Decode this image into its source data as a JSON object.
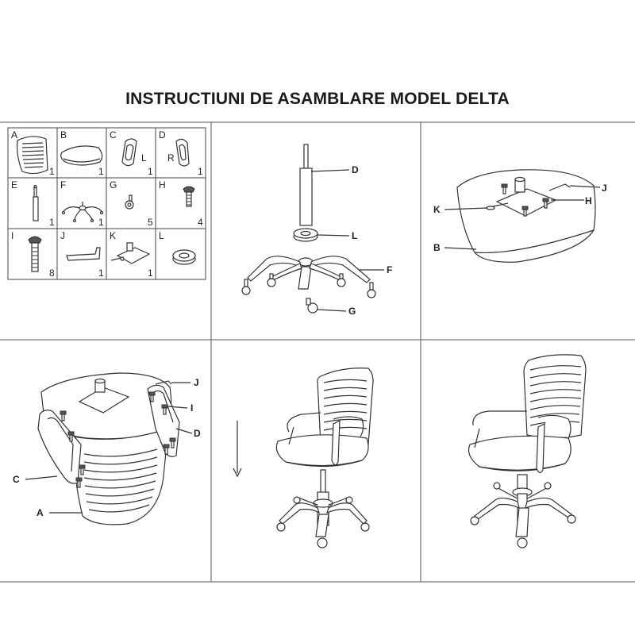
{
  "title": "INSTRUCTIUNI DE ASAMBLARE MODEL DELTA",
  "parts": [
    {
      "letter": "A",
      "qty": "1",
      "icon": "backrest-icon"
    },
    {
      "letter": "B",
      "qty": "1",
      "icon": "seat-icon"
    },
    {
      "letter": "C",
      "qty": "1",
      "icon": "armrest-left-icon",
      "side": "L"
    },
    {
      "letter": "D",
      "qty": "1",
      "icon": "armrest-right-icon",
      "side": "R"
    },
    {
      "letter": "E",
      "qty": "1",
      "icon": "gas-lift-icon"
    },
    {
      "letter": "F",
      "qty": "1",
      "icon": "star-base-icon"
    },
    {
      "letter": "G",
      "qty": "5",
      "icon": "caster-icon"
    },
    {
      "letter": "H",
      "qty": "4",
      "icon": "short-bolt-icon"
    },
    {
      "letter": "I",
      "qty": "8",
      "icon": "long-bolt-icon"
    },
    {
      "letter": "J",
      "qty": "1",
      "icon": "allen-key-icon"
    },
    {
      "letter": "K",
      "qty": "1",
      "icon": "mechanism-icon"
    },
    {
      "letter": "L",
      "qty": "1",
      "icon": "cover-ring-icon"
    }
  ],
  "step1_labels": {
    "d": "D",
    "l": "L",
    "f": "F",
    "g": "G"
  },
  "step2_labels": {
    "j": "J",
    "h": "H",
    "k": "K",
    "b": "B"
  },
  "step3_labels": {
    "j": "J",
    "i": "I",
    "d": "D",
    "c": "C",
    "a": "A"
  }
}
